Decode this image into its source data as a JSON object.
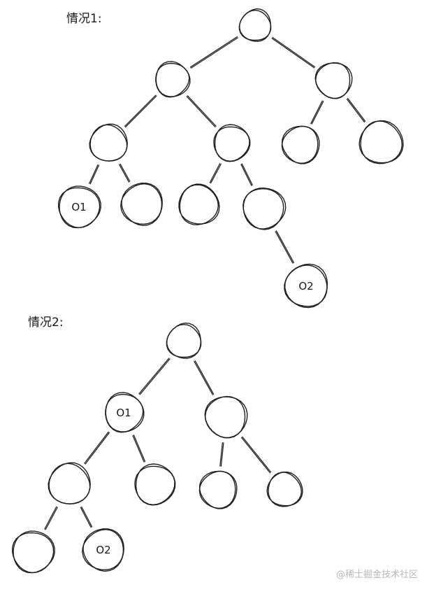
{
  "case1": {
    "label": "情况1:",
    "nodes": [
      {
        "id": "a1",
        "label": ""
      },
      {
        "id": "b1",
        "label": ""
      },
      {
        "id": "c1",
        "label": ""
      },
      {
        "id": "d1",
        "label": ""
      },
      {
        "id": "e1",
        "label": ""
      },
      {
        "id": "f1",
        "label": ""
      },
      {
        "id": "g1",
        "label": ""
      },
      {
        "id": "h1",
        "label": "O1"
      },
      {
        "id": "i1",
        "label": ""
      },
      {
        "id": "j1",
        "label": ""
      },
      {
        "id": "k1",
        "label": ""
      },
      {
        "id": "l1",
        "label": "O2"
      }
    ],
    "edges": [
      [
        "a1",
        "b1"
      ],
      [
        "a1",
        "c1"
      ],
      [
        "b1",
        "d1"
      ],
      [
        "b1",
        "e1"
      ],
      [
        "c1",
        "f1"
      ],
      [
        "c1",
        "g1"
      ],
      [
        "d1",
        "h1"
      ],
      [
        "d1",
        "i1"
      ],
      [
        "e1",
        "j1"
      ],
      [
        "e1",
        "k1"
      ],
      [
        "k1",
        "l1"
      ]
    ]
  },
  "case2": {
    "label": "情况2:",
    "nodes": [
      {
        "id": "a2",
        "label": ""
      },
      {
        "id": "b2",
        "label": "O1"
      },
      {
        "id": "c2",
        "label": ""
      },
      {
        "id": "d2",
        "label": ""
      },
      {
        "id": "e2",
        "label": ""
      },
      {
        "id": "f2",
        "label": ""
      },
      {
        "id": "g2",
        "label": ""
      },
      {
        "id": "h2",
        "label": ""
      },
      {
        "id": "i2",
        "label": "O2"
      }
    ],
    "edges": [
      [
        "a2",
        "b2"
      ],
      [
        "a2",
        "c2"
      ],
      [
        "b2",
        "d2"
      ],
      [
        "b2",
        "e2"
      ],
      [
        "c2",
        "f2"
      ],
      [
        "c2",
        "g2"
      ],
      [
        "d2",
        "h2"
      ],
      [
        "d2",
        "i2"
      ]
    ]
  },
  "watermark": "@稀土掘金技术社区",
  "colors": {
    "stroke": "#1f1f1f",
    "background": "#ffffff",
    "watermark": "#b8b8b8"
  }
}
